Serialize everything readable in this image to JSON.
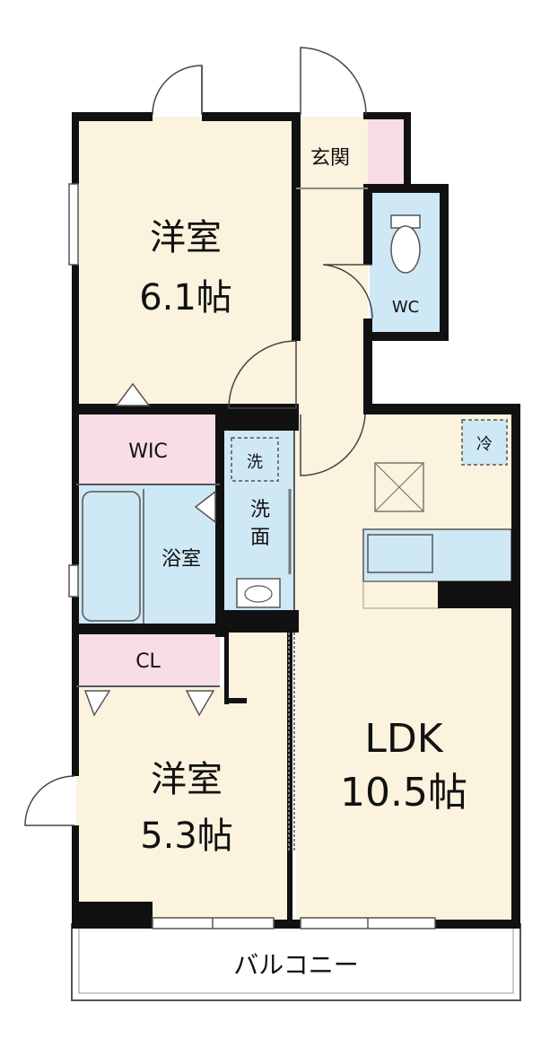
{
  "colors": {
    "wall": "#111111",
    "room": "#fbf3dd",
    "storage": "#f8dde6",
    "wet": "#cfe8f5",
    "balcony": "#ffffff"
  },
  "rooms": {
    "western1": {
      "name": "洋室",
      "size": "6.1帖"
    },
    "western2": {
      "name": "洋室",
      "size": "5.3帖"
    },
    "ldk": {
      "name": "LDK",
      "size": "10.5帖"
    },
    "entrance": {
      "name": "玄関"
    },
    "wc": {
      "name": "WC"
    },
    "wic": {
      "name": "WIC"
    },
    "bath": {
      "name": "浴室"
    },
    "washroom": {
      "name_top": "洗",
      "name_bottom": "面"
    },
    "washer": {
      "name": "洗"
    },
    "closet": {
      "name": "CL"
    },
    "balcony": {
      "name": "バルコニー"
    }
  },
  "fixtures": {
    "fridge": {
      "name": "冷"
    }
  }
}
